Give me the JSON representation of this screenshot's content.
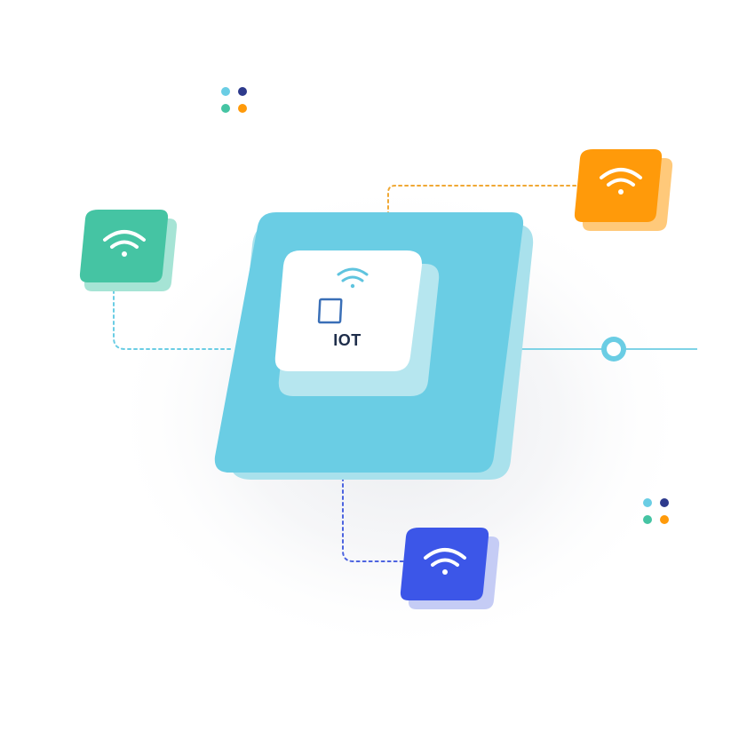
{
  "hub": {
    "label": "IOT",
    "icon": "wifi-icon",
    "device_icon": "phone-outline-icon"
  },
  "nodes": [
    {
      "name": "green-node",
      "icon": "wifi-icon",
      "color": "#45c4a3"
    },
    {
      "name": "orange-node",
      "icon": "wifi-icon",
      "color": "#ff9a0a"
    },
    {
      "name": "blue-node",
      "icon": "wifi-icon",
      "color": "#3c56e8"
    }
  ],
  "colors": {
    "hub_top": "#6acde4",
    "hub_side": "#a9e1ec",
    "device_face": "#ffffff",
    "device_side": "#b6e6ef",
    "wifi_accent": "#5fc4df",
    "label_text": "#1e2d4a",
    "dot_cyan": "#6acde4",
    "dot_navy": "#2d3a8c",
    "dot_teal": "#45c4a3",
    "dot_orange": "#ff9a0a"
  }
}
